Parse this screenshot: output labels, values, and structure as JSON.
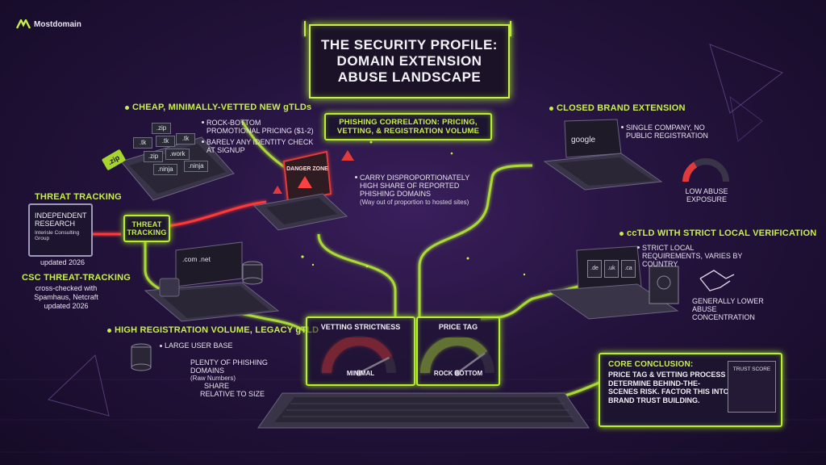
{
  "brand": {
    "name": "Mostdomain"
  },
  "title": {
    "text": "THE SECURITY PROFILE: DOMAIN EXTENSION ABUSE LANDSCAPE"
  },
  "phishing_correlation": {
    "text": "PHISHING CORRELATION: PRICING, VETTING, & REGISTRATION VOLUME"
  },
  "cheap_gtlds": {
    "heading": "CHEAP, MINIMALLY-VETTED NEW gTLDs",
    "bullets": [
      "ROCK-BOTTOM PROMOTIONAL PRICING ($1-2)",
      "BARELY ANY IDENTITY CHECK AT SIGNUP"
    ],
    "tld_chips": [
      ".zip",
      ".tk",
      ".tk",
      ".tk",
      ".zip",
      ".work",
      ".ninja",
      ".ninja"
    ],
    "tag": ".zip"
  },
  "danger_zone": {
    "label": "DANGER ZONE",
    "bullet": "CARRY DISPROPORTIONATELY HIGH SHARE OF REPORTED PHISHING DOMAINS",
    "note": "(Way out of proportion to hosted sites)"
  },
  "threat_tracking": {
    "heading": "THREAT TRACKING",
    "box_line1": "INDEPENDENT RESEARCH",
    "box_line2": "Interisle Consulting Group",
    "updated": "updated 2026",
    "sign": "THREAT TRACKING"
  },
  "csc": {
    "heading": "CSC THREAT-TRACKING",
    "line1": "cross-checked with",
    "line2": "Spamhaus, Netcraft",
    "line3": "updated 2026"
  },
  "legacy_gtld": {
    "heading": "HIGH REGISTRATION VOLUME, LEGACY gTLD",
    "screen_text": ".com  .net",
    "bullets": [
      "LARGE USER BASE"
    ],
    "plenty": "PLENTY OF PHISHING DOMAINS",
    "plenty_note": "(Raw Numbers)",
    "share": "SHARE",
    "share2": "RELATIVE TO SIZE"
  },
  "closed_brand": {
    "heading": "CLOSED BRAND EXTENSION",
    "bullets": [
      "SINGLE COMPANY, NO PUBLIC REGISTRATION"
    ],
    "screen_text": "google",
    "low_abuse": "LOW ABUSE EXPOSURE"
  },
  "cctld": {
    "heading": "ccTLD WITH STRICT LOCAL VERIFICATION",
    "bullets": [
      "STRICT LOCAL REQUIREMENTS, VARIES BY COUNTRY"
    ],
    "files": [
      ".de",
      ".uk",
      ".ca"
    ],
    "lower": "GENERALLY LOWER ABUSE CONCENTRATION"
  },
  "gauges": {
    "vetting": {
      "title": "VETTING STRICTNESS",
      "value_label": "MINIMAL",
      "level": 0.85,
      "color": "#e23a3a"
    },
    "price": {
      "title": "PRICE TAG",
      "value_label": "ROCK BOTTOM",
      "level": 0.8,
      "color": "#b7e33a"
    }
  },
  "conclusion": {
    "heading": "CORE CONCLUSION:",
    "body": "PRICE TAG & VETTING PROCESS DETERMINE BEHIND-THE-SCENES RISK. FACTOR THIS INTO BRAND TRUST BUILDING.",
    "trust_score": "TRUST SCORE"
  },
  "colors": {
    "accent": "#c8f04a",
    "danger": "#e23a3a",
    "bg": "#24133d"
  }
}
